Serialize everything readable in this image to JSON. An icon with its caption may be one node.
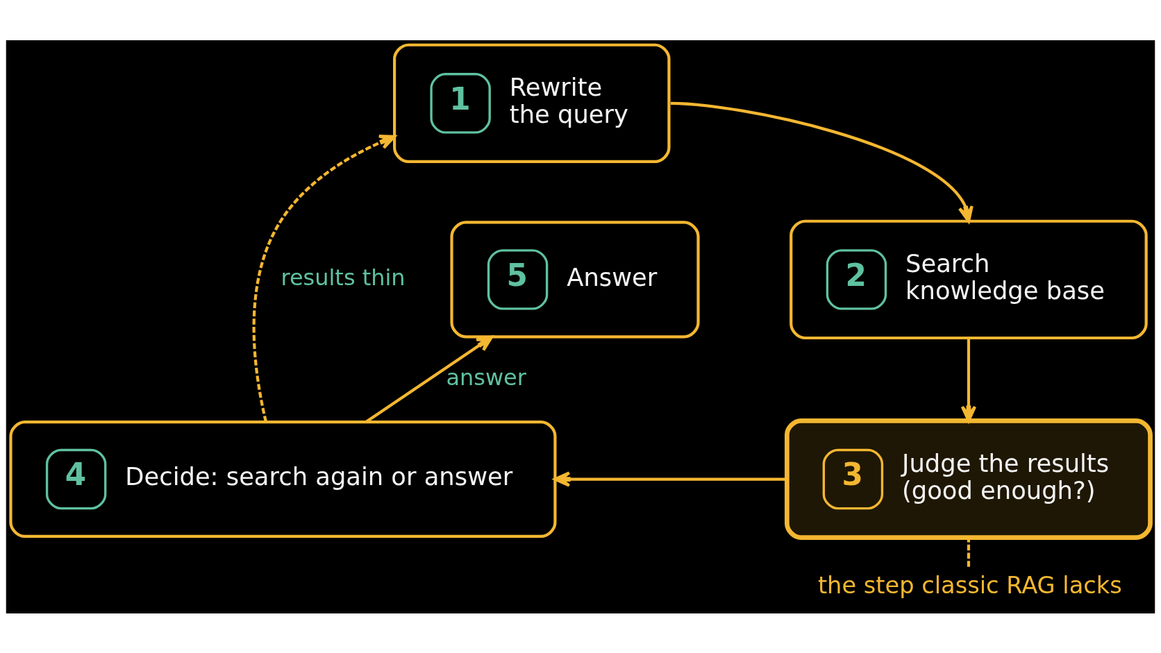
{
  "diagram": {
    "nodes": [
      {
        "text": [
          "1",
          "Rewrite the query"
        ]
      },
      {
        "text": [
          "2",
          "Search knowledge base"
        ]
      },
      {
        "text": [
          "3",
          "Judge the results (good enough?)"
        ]
      },
      {
        "text": [
          "4",
          "Decide: search again or answer"
        ]
      },
      {
        "text": [
          "5",
          "Answer"
        ]
      },
      {
        "text": [
          "the step classic RAG lacks"
        ]
      }
    ],
    "edges": [
      {
        "from": 0,
        "to": 1,
        "arrow": "to"
      },
      {
        "from": 1,
        "to": 2,
        "arrow": "to"
      },
      {
        "from": 2,
        "to": 3,
        "arrow": "to"
      },
      {
        "from": 3,
        "to": 4,
        "arrow": "to",
        "label": "answer"
      },
      {
        "from": 3,
        "to": 0,
        "arrow": "to",
        "label": "results thin",
        "style": "dashed"
      },
      {
        "from": 5,
        "to": 2,
        "arrow": "none",
        "style": "dashed"
      }
    ]
  }
}
